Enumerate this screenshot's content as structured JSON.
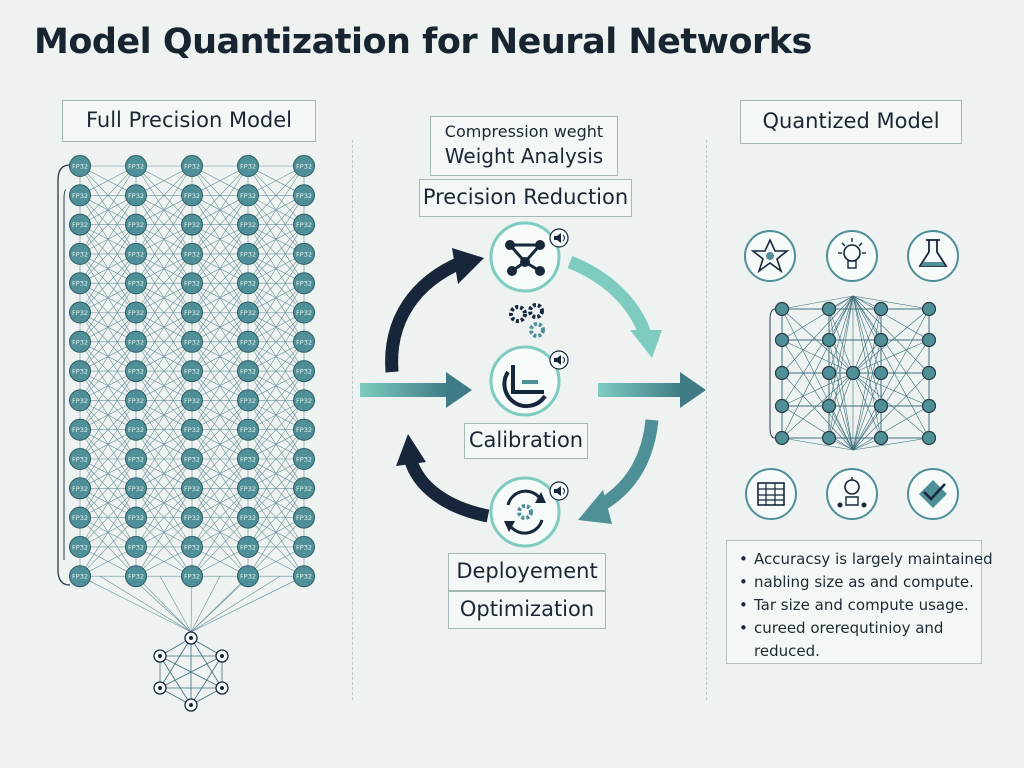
{
  "title": "Model Quantization for Neural Networks",
  "left_panel": {
    "label": "Full Precision Model",
    "node_text": "FP32"
  },
  "center": {
    "subtitle": "Compression weght",
    "weight_analysis": "Weight Analysis",
    "precision_reduction": "Precision Reduction",
    "calibration": "Calibration",
    "deployment": "Deployement",
    "optimization": "Optimization"
  },
  "right_panel": {
    "label": "Quantized Model",
    "notes": [
      "Accuracsy is largely maintained",
      "nabling size as and compute.",
      "Tar size and compute usage.",
      "cureed orerequtinioy and",
      "reduced."
    ]
  },
  "icons": {
    "stage_icons": [
      "graph-network-icon",
      "pie-chart-icon",
      "refresh-gear-icon"
    ],
    "top_icons": [
      "star-badge-icon",
      "lightbulb-icon",
      "flask-icon"
    ],
    "bottom_icons": [
      "grid-table-icon",
      "robot-icon",
      "checkbox-icon"
    ]
  },
  "colors": {
    "teal_node": "#4f8f97",
    "teal_light": "#7ecbc0",
    "dark_navy": "#17263a",
    "line": "#3d6f7a"
  }
}
